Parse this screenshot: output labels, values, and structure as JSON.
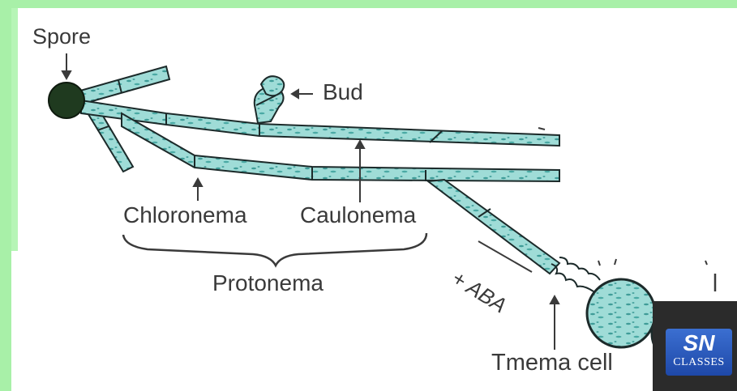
{
  "labels": {
    "spore": "Spore",
    "bud": "Bud",
    "chloronema": "Chloronema",
    "caulonema": "Caulonema",
    "protonema": "Protonema",
    "aba": "+ ABA",
    "tmema": "Tmema cell"
  },
  "logo": {
    "mark": "SN",
    "text": "CLASSES"
  },
  "colors": {
    "filament_fill": "#8fd3cf",
    "filament_stroke": "#1c2a2a",
    "spore": "#1f3a1f",
    "background": "#a8f0a8"
  }
}
